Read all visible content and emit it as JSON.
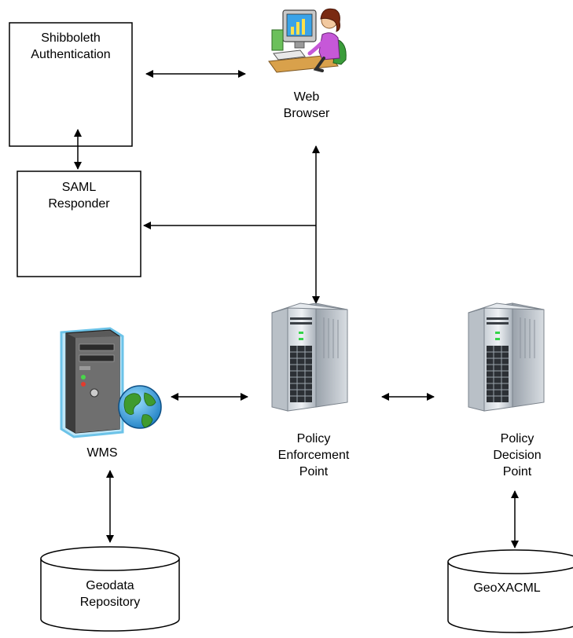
{
  "nodes": {
    "shibboleth": {
      "lines": [
        "Shibboleth",
        "Authentication"
      ]
    },
    "saml": {
      "lines": [
        "SAML",
        "Responder"
      ]
    },
    "browser": {
      "lines": [
        "Web",
        "Browser"
      ],
      "icon": "user-at-computer-icon"
    },
    "wms": {
      "lines": [
        "WMS"
      ],
      "icon": "server-globe-icon"
    },
    "pep": {
      "lines": [
        "Policy",
        "Enforcement",
        "Point"
      ],
      "icon": "server-rack-icon"
    },
    "pdp": {
      "lines": [
        "Policy",
        "Decision",
        "Point"
      ],
      "icon": "server-rack-icon"
    },
    "geodata": {
      "lines": [
        "Geodata",
        "Repository"
      ],
      "shape": "database-cylinder"
    },
    "geoxacml": {
      "lines": [
        "GeoXACML"
      ],
      "shape": "database-cylinder"
    }
  },
  "edges": [
    {
      "from": "shibboleth",
      "to": "browser",
      "arrows": "both"
    },
    {
      "from": "shibboleth",
      "to": "saml",
      "arrows": "both"
    },
    {
      "from": "browser",
      "to": "pep",
      "arrows": "both"
    },
    {
      "from": "browser-pep-line",
      "to": "saml",
      "arrows": "end"
    },
    {
      "from": "wms",
      "to": "pep",
      "arrows": "both"
    },
    {
      "from": "pep",
      "to": "pdp",
      "arrows": "both"
    },
    {
      "from": "wms",
      "to": "geodata",
      "arrows": "both"
    },
    {
      "from": "pdp",
      "to": "geoxacml",
      "arrows": "both"
    }
  ]
}
